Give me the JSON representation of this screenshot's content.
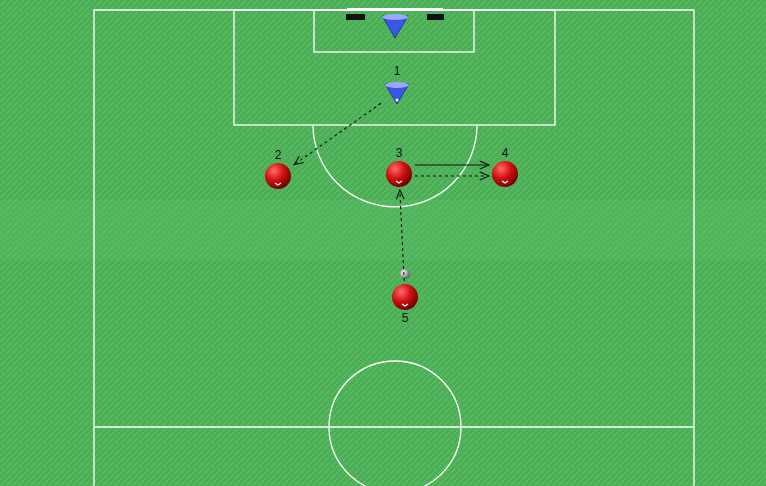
{
  "diagram": {
    "nodes": [
      {
        "text": [
          "1"
        ]
      },
      {
        "text": [
          "2"
        ]
      },
      {
        "text": [
          "3"
        ]
      },
      {
        "text": [
          "4"
        ]
      },
      {
        "text": [
          "5"
        ]
      }
    ],
    "edges": [
      {
        "from": 0,
        "to": 1,
        "arrow": "to"
      },
      {
        "from": 2,
        "to": 3,
        "arrow": "to"
      },
      {
        "from": 2,
        "to": 3,
        "arrow": "to"
      },
      {
        "from": 4,
        "to": 2,
        "arrow": "to"
      }
    ]
  }
}
